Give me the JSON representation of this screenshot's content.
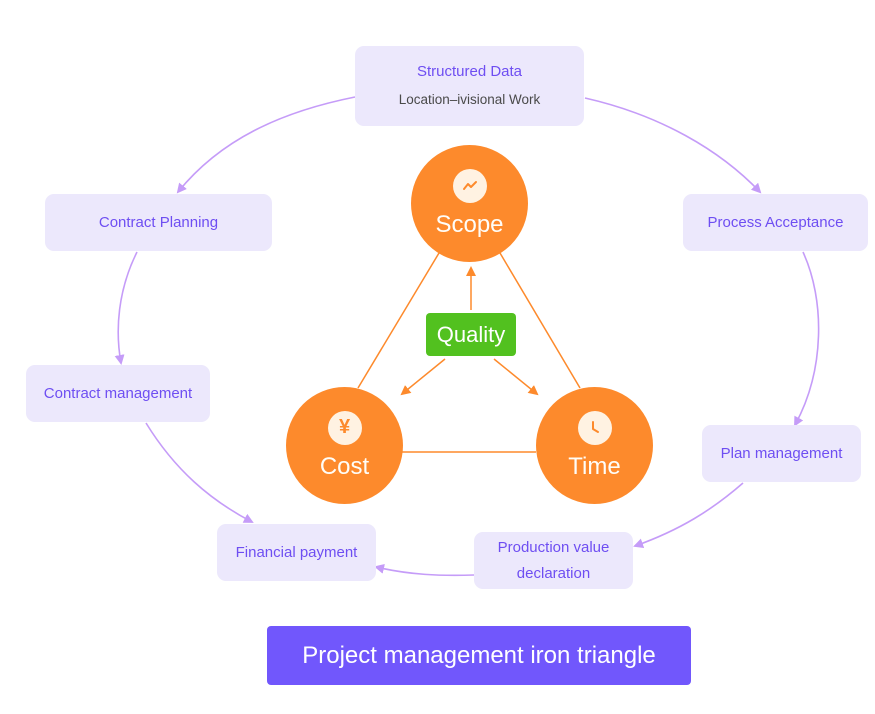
{
  "diagram": {
    "title": "Project management iron triangle",
    "colors": {
      "node_bg": "#ece8fc",
      "node_text": "#6e4ef2",
      "cycle_arrow": "#c59cf8",
      "triangle_node": "#fd8a2c",
      "triangle_edge": "#fd8a2c",
      "quality": "#52c11f",
      "title_bg": "#7157fc"
    },
    "cycle_nodes": [
      {
        "id": "structured-data",
        "label": "Structured Data",
        "sublabel": "Location–ivisional Work"
      },
      {
        "id": "process-acceptance",
        "label": "Process Acceptance"
      },
      {
        "id": "plan-management",
        "label": "Plan management"
      },
      {
        "id": "production-value-declaration",
        "label": "Production value declaration",
        "label_line1": "Production value",
        "label_line2": "declaration"
      },
      {
        "id": "financial-payment",
        "label": "Financial payment"
      },
      {
        "id": "contract-management",
        "label": "Contract management"
      },
      {
        "id": "contract-planning",
        "label": "Contract Planning"
      }
    ],
    "cycle_edges": [
      {
        "from": "structured-data",
        "to": "process-acceptance"
      },
      {
        "from": "process-acceptance",
        "to": "plan-management"
      },
      {
        "from": "plan-management",
        "to": "production-value-declaration"
      },
      {
        "from": "production-value-declaration",
        "to": "financial-payment"
      },
      {
        "from": "structured-data",
        "to": "contract-planning"
      },
      {
        "from": "contract-planning",
        "to": "contract-management"
      },
      {
        "from": "contract-management",
        "to": "financial-payment"
      }
    ],
    "triangle": {
      "scope": {
        "label": "Scope",
        "icon": "trend-chart-icon"
      },
      "cost": {
        "label": "Cost",
        "icon": "yen-icon",
        "glyph": "¥"
      },
      "time": {
        "label": "Time",
        "icon": "clock-icon"
      },
      "center": {
        "label": "Quality"
      },
      "edges": [
        {
          "from": "scope",
          "to": "cost"
        },
        {
          "from": "scope",
          "to": "time"
        },
        {
          "from": "cost",
          "to": "time"
        },
        {
          "from": "quality",
          "to": "scope",
          "arrow": true
        },
        {
          "from": "quality",
          "to": "cost",
          "arrow": true
        },
        {
          "from": "quality",
          "to": "time",
          "arrow": true
        }
      ]
    }
  }
}
